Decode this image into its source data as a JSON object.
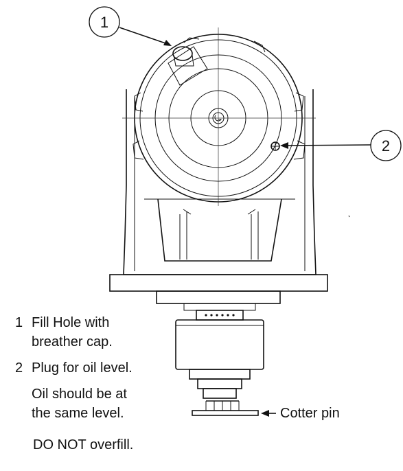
{
  "callouts": [
    {
      "number": "1",
      "text_lines": [
        "Fill Hole with",
        "breather cap."
      ]
    },
    {
      "number": "2",
      "text_lines": [
        "Plug for oil level."
      ]
    }
  ],
  "notes": [
    "Oil should be at",
    "the same level."
  ],
  "warning": "DO NOT overfill.",
  "cotter_label": "Cotter pin"
}
